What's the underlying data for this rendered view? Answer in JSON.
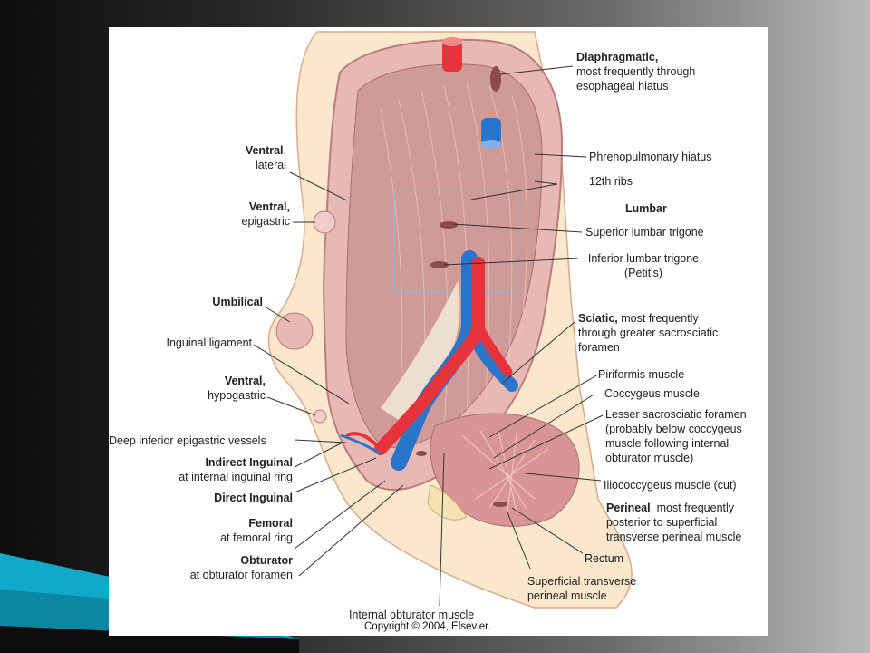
{
  "labels": {
    "diaphragmatic_title": "Diaphragmatic,",
    "diaphragmatic_l2": "most frequently through",
    "diaphragmatic_l3": "esophageal hiatus",
    "phrenopulmonary": "Phrenopulmonary hiatus",
    "ribs": "12th ribs",
    "lumbar": "Lumbar",
    "superior_lumbar": "Superior lumbar trigone",
    "inferior_lumbar_l1": "Inferior lumbar trigone",
    "inferior_lumbar_l2": "(Petit's)",
    "sciatic_title": "Sciatic,",
    "sciatic_rest": " most frequently",
    "sciatic_l2": "through greater sacrosciatic",
    "sciatic_l3": "foramen",
    "piriformis": "Piriformis muscle",
    "coccygeus": "Coccygeus muscle",
    "lesser_l1": "Lesser sacrosciatic foramen",
    "lesser_l2": "(probably below coccygeus",
    "lesser_l3": "muscle following internal",
    "lesser_l4": "obturator muscle)",
    "iliococcygeus": "Iliococcygeus muscle (cut)",
    "perineal_title": "Perineal",
    "perineal_rest": ", most frequently",
    "perineal_l2": "posterior to superficial",
    "perineal_l3": "transverse perineal muscle",
    "rectum": "Rectum",
    "superficial_l1": "Superficial transverse",
    "superficial_l2": "perineal muscle",
    "internal_obturator": "Internal obturator muscle",
    "ventral_lateral_title": "Ventral",
    "ventral_lateral_comma": ",",
    "ventral_lateral_l2": "lateral",
    "ventral_epigastric_title": "Ventral,",
    "ventral_epigastric_l2": "epigastric",
    "umbilical": "Umbilical",
    "inguinal_ligament": "Inguinal ligament",
    "ventral_hypogastric_title": "Ventral,",
    "ventral_hypogastric_l2": "hypogastric",
    "deep_inferior": "Deep inferior epigastric vessels",
    "indirect_title": "Indirect Inguinal",
    "indirect_l2": "at internal inguinal ring",
    "direct_inguinal": "Direct Inguinal",
    "femoral_title": "Femoral",
    "femoral_l2": "at femoral ring",
    "obturator_title": "Obturator",
    "obturator_l2": "at obturator foramen",
    "copyright": "Copyright © 2004, Elsevier."
  },
  "colors": {
    "artery": "#e8333a",
    "vein": "#2a74c9",
    "body_wall": "#e8b9b4",
    "inner_wall": "#c98e8c",
    "skin": "#fbe8cc"
  }
}
